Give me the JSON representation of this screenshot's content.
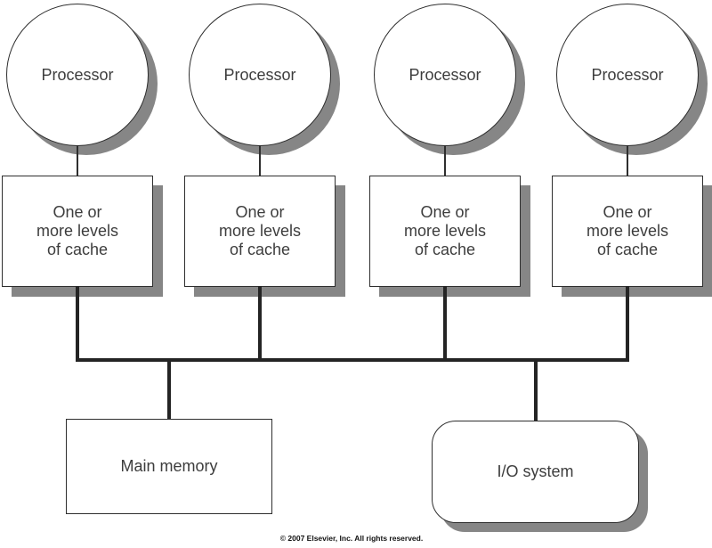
{
  "diagram": {
    "description": "Shared-bus multiprocessor diagram",
    "units": [
      {
        "processor_label": "Processor",
        "cache_label": "One or\nmore levels\nof cache"
      },
      {
        "processor_label": "Processor",
        "cache_label": "One or\nmore levels\nof cache"
      },
      {
        "processor_label": "Processor",
        "cache_label": "One or\nmore levels\nof cache"
      },
      {
        "processor_label": "Processor",
        "cache_label": "One or\nmore levels\nof cache"
      }
    ],
    "main_memory": {
      "label": "Main memory"
    },
    "io_system": {
      "label": "I/O system"
    }
  },
  "footer": {
    "copyright": "© 2007 Elsevier, Inc. All rights reserved."
  },
  "colors": {
    "shadow": "#868686",
    "border": "#2e2e2e",
    "line": "#242424",
    "text": "#3d3d3d",
    "background": "#ffffff"
  }
}
